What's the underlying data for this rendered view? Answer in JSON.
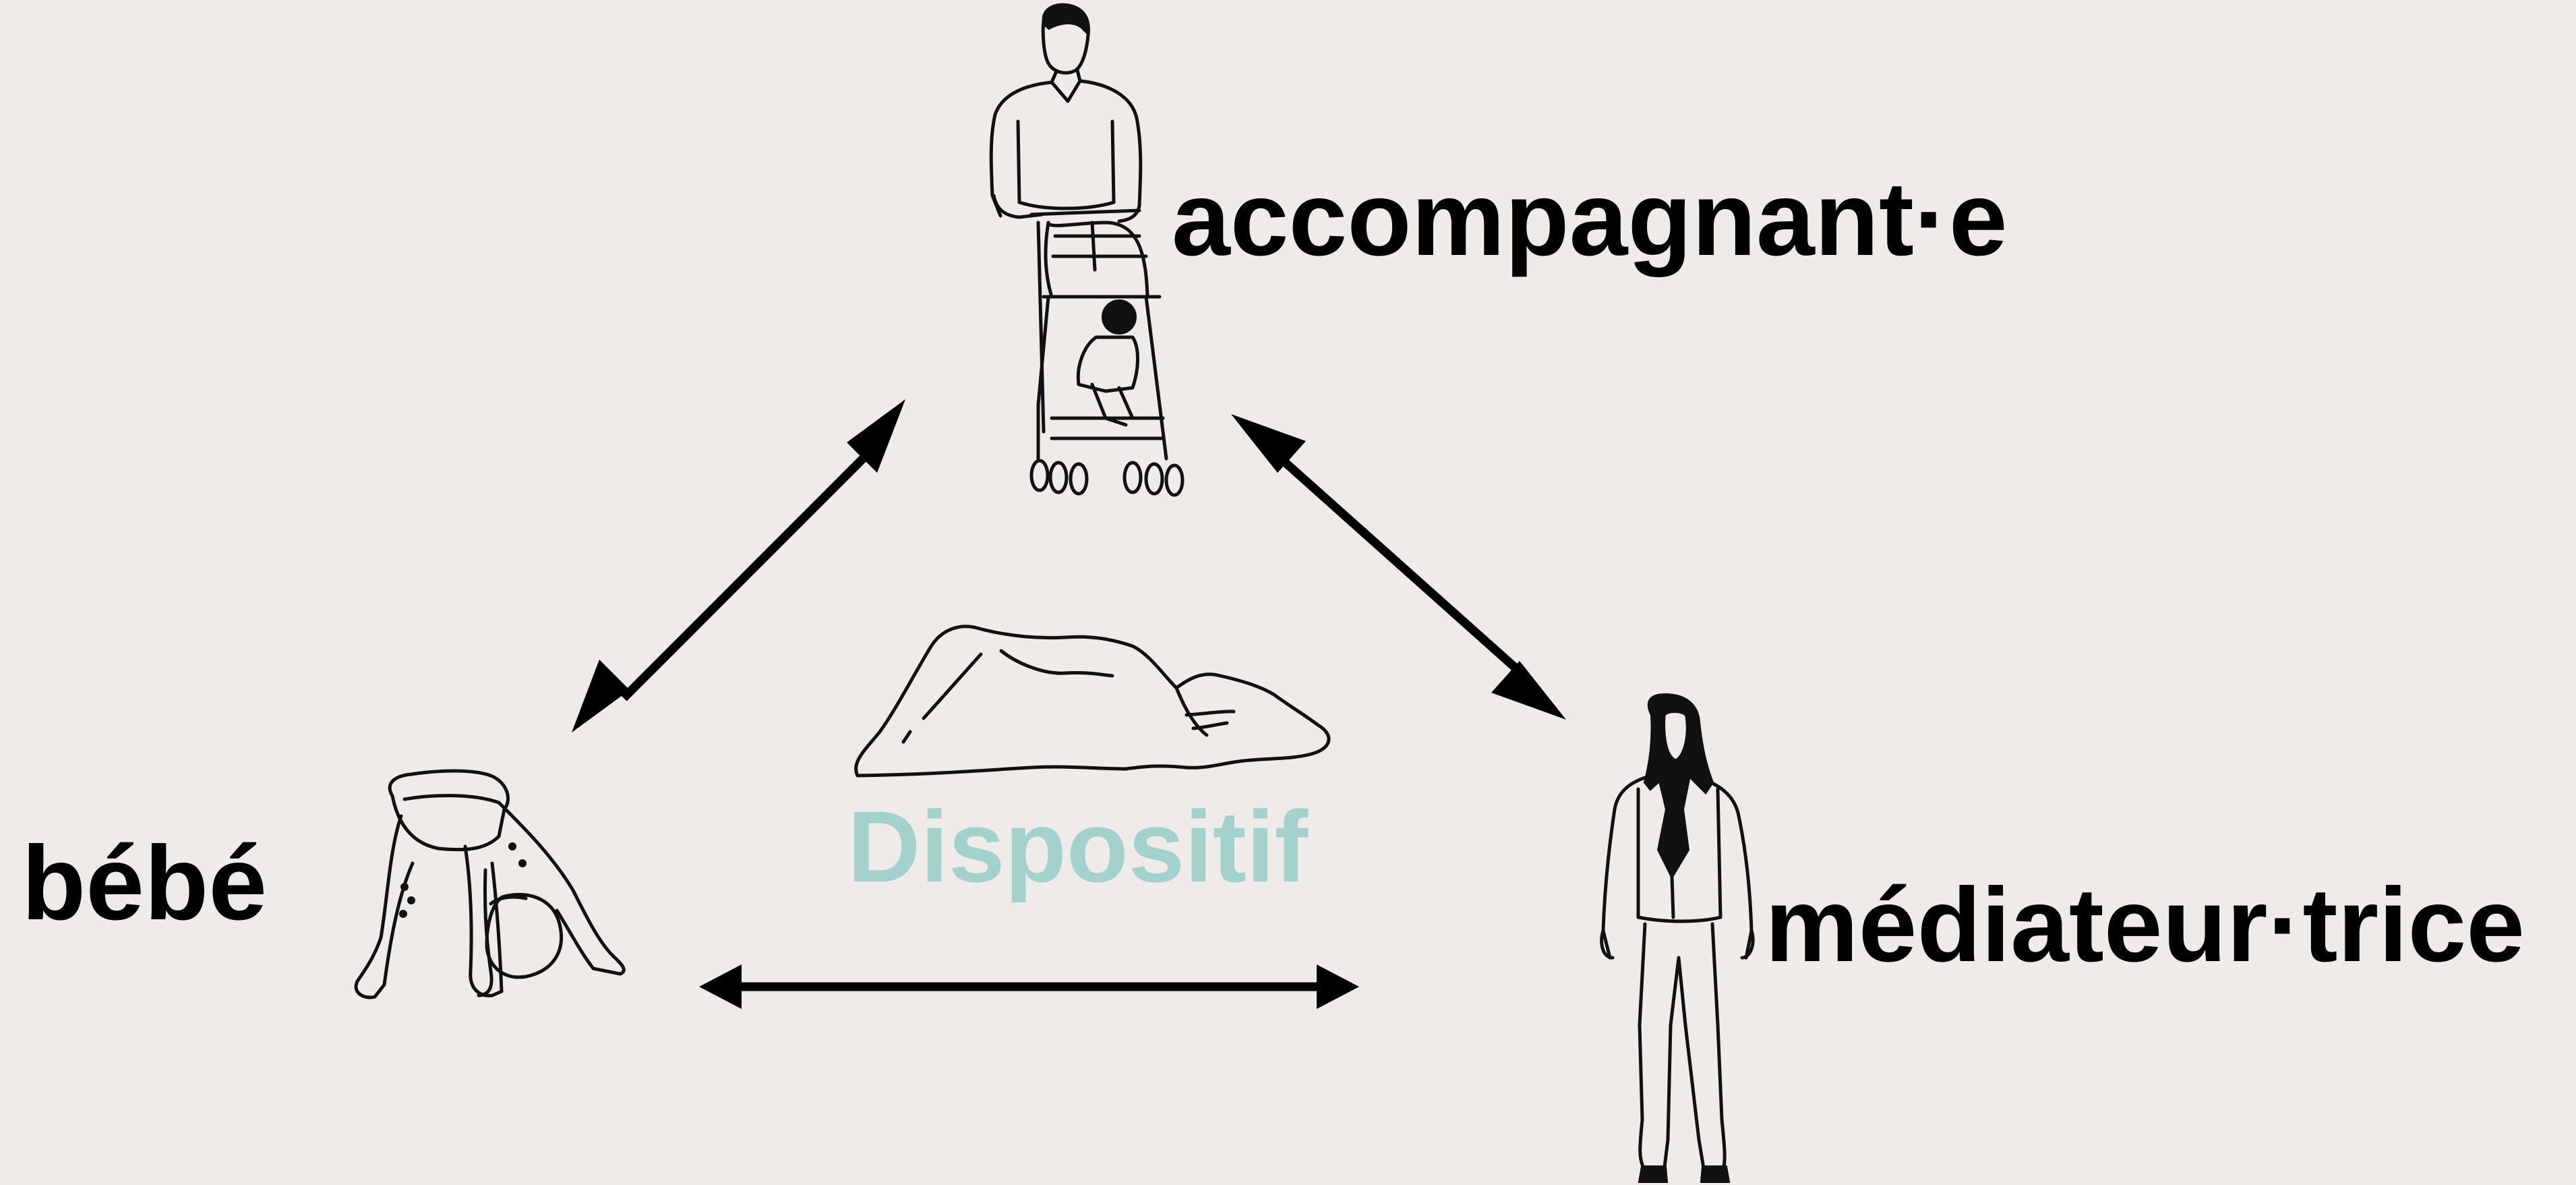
{
  "labels": {
    "accompagnant": "accompagnant·e",
    "bebe": "bébé",
    "mediateur": "médiateur·trice",
    "dispositif": "Dispositif"
  },
  "colors": {
    "background": "#eeebe8",
    "ink": "#000000",
    "dispositif": "#a3d1cb"
  },
  "figures": {
    "accompagnant": "adult-with-stroller-icon",
    "bebe": "crawling-baby-icon",
    "mediateur": "standing-woman-icon",
    "dispositif": "mound-icon"
  }
}
